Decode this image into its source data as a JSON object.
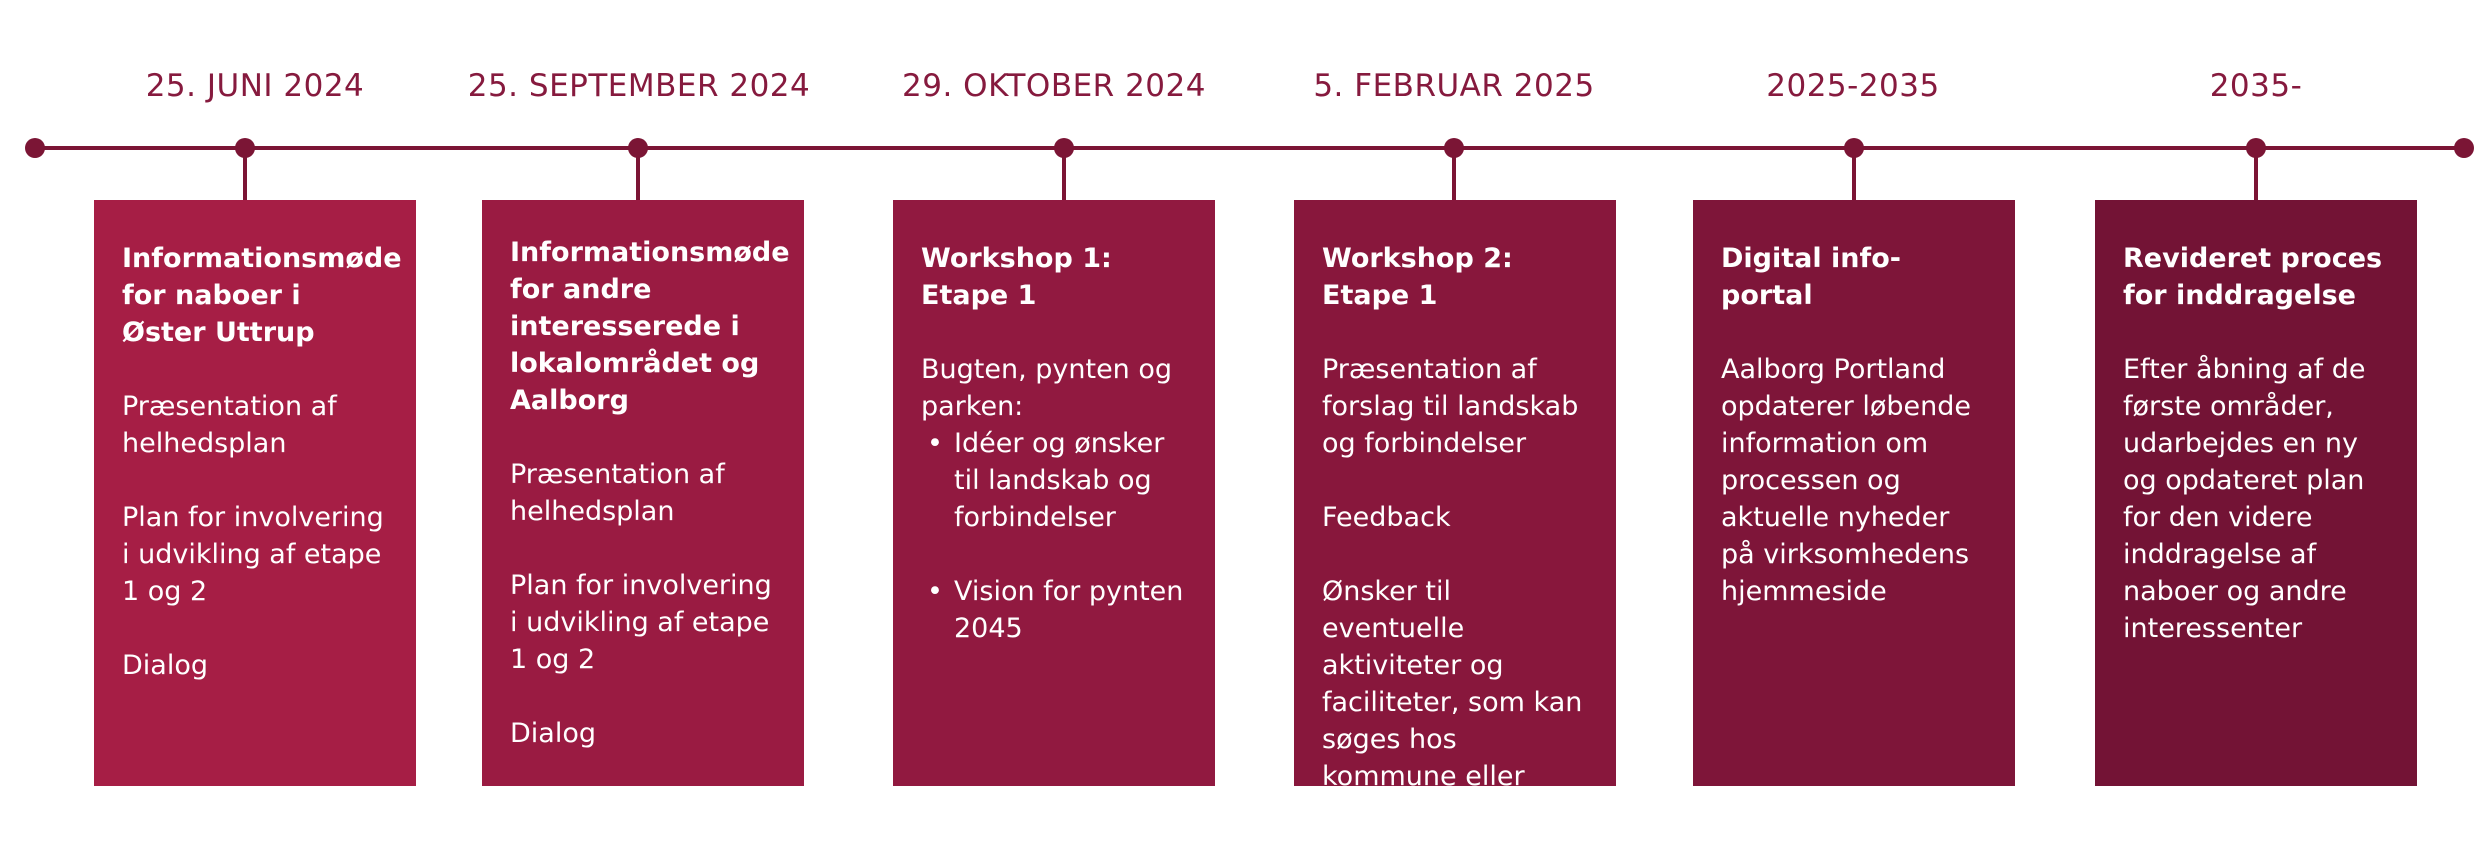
{
  "timeline": {
    "colors": {
      "line": "#7b1535",
      "date_text": "#861a3e",
      "box_gradient": [
        "#a61e45",
        "#9a1b42",
        "#911940",
        "#88173c",
        "#7e1539",
        "#731335"
      ]
    },
    "milestones": [
      {
        "date": "25. JUNI 2024",
        "title": "Informationsmøde for naboer i Øster Uttrup",
        "paragraphs": [
          "Præsentation af helhedsplan",
          "Plan for involvering i udvikling af etape 1 og 2",
          "Dialog"
        ]
      },
      {
        "date": "25. SEPTEMBER 2024",
        "title": "Informationsmøde for andre interesserede i lokalområdet og Aalborg",
        "paragraphs": [
          "Præsentation af helhedsplan",
          "Plan for involvering i udvikling af etape 1 og 2",
          "Dialog"
        ]
      },
      {
        "date": "29. OKTOBER 2024",
        "title": "Workshop 1: Etape 1",
        "intro": "Bugten, pynten og parken:",
        "bullets": [
          "Idéer og ønsker til landskab og forbindelser",
          "Vision for pynten 2045"
        ]
      },
      {
        "date": "5. FEBRUAR 2025",
        "title": "Workshop 2: Etape 1",
        "paragraphs": [
          "Præsentation af forslag til landskab og forbindelser",
          "Feedback",
          "Ønsker til eventuelle aktiviteter og faciliteter, som kan søges hos kommune eller fonde"
        ]
      },
      {
        "date": "2025-2035",
        "title": "Digital info-portal",
        "paragraphs": [
          "Aalborg Portland opdaterer løbende information om processen og aktuelle nyheder på virksomhedens hjemmeside"
        ]
      },
      {
        "date": "2035-",
        "title": "Revideret proces for inddragelse",
        "paragraphs": [
          "Efter åbning af de første områder, udarbejdes en ny og opdateret plan for den videre inddragelse af naboer og andre interessenter"
        ]
      }
    ]
  }
}
